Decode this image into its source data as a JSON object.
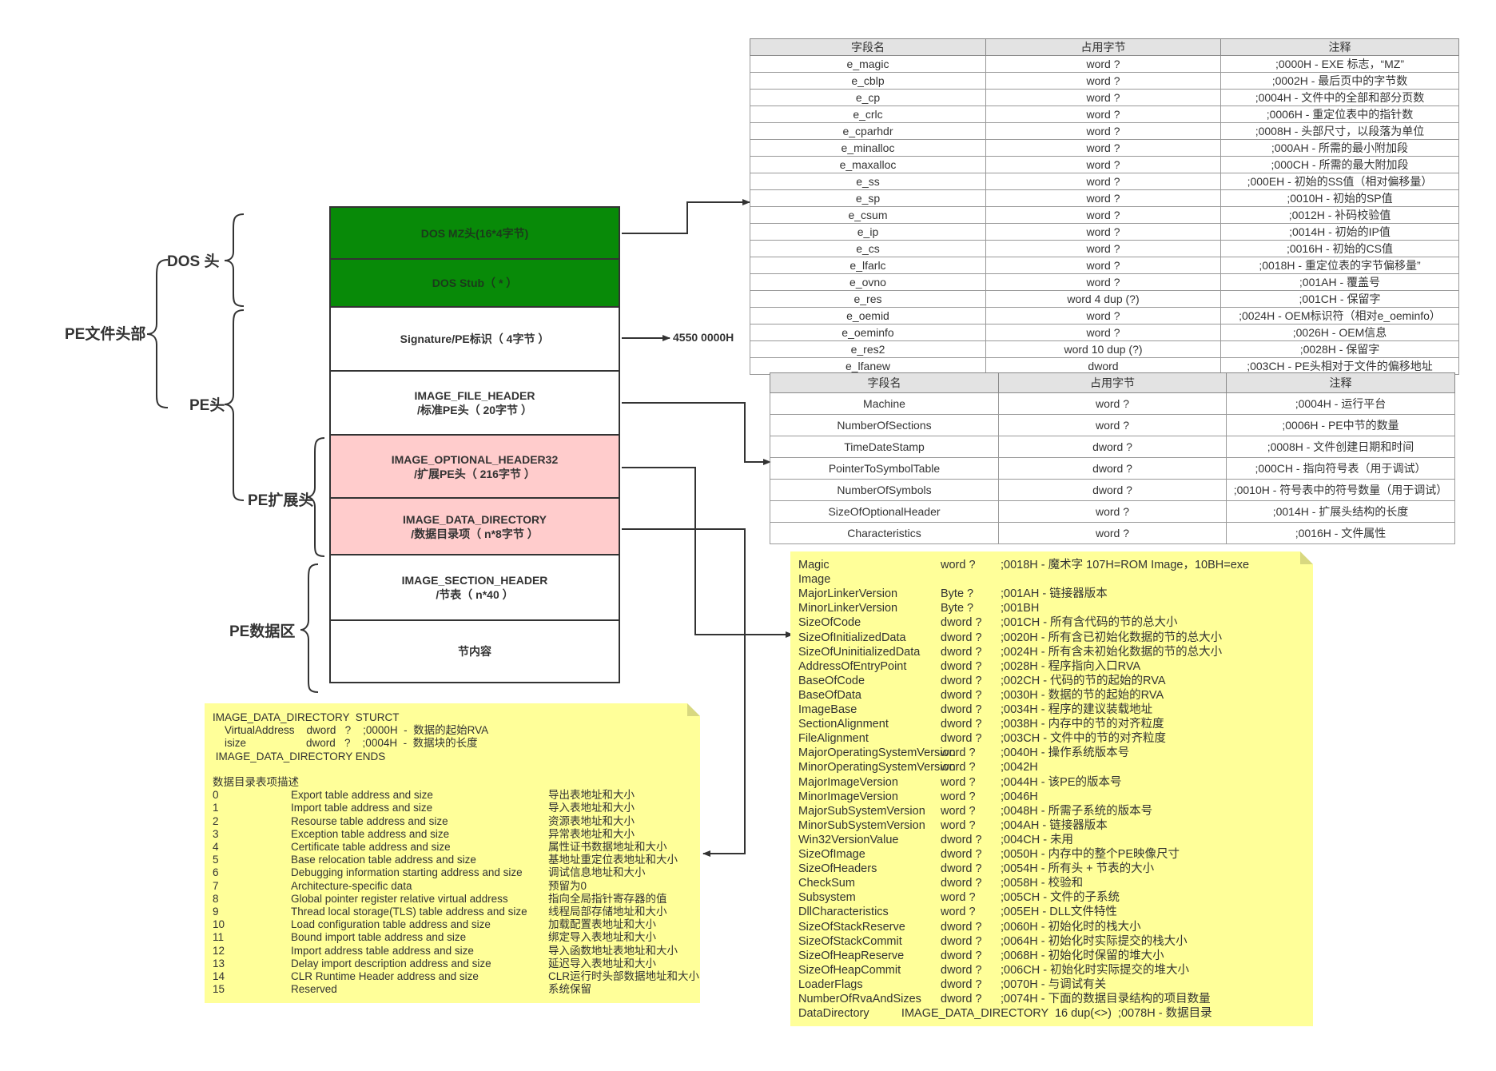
{
  "labels": {
    "pe_file_header": "PE文件头部",
    "dos_head": "DOS 头",
    "pe_head": "PE头",
    "pe_ext_head": "PE扩展头",
    "pe_data": "PE数据区"
  },
  "blocks": {
    "dos_mz": "DOS MZ头(16*4字节)",
    "dos_stub": "DOS Stub（ * ）",
    "signature": "Signature/PE标识（ 4字节 ）",
    "file_header_1": "IMAGE_FILE_HEADER",
    "file_header_2": "/标准PE头（ 20字节 ）",
    "optional_1": "IMAGE_OPTIONAL_HEADER32",
    "optional_2": "/扩展PE头（ 216字节 ）",
    "data_dir_1": "IMAGE_DATA_DIRECTORY",
    "data_dir_2": "/数据目录项（ n*8字节 ）",
    "section_1": "IMAGE_SECTION_HEADER",
    "section_2": "/节表（ n*40 ）",
    "section_content": "节内容"
  },
  "signature_value": "4550 0000H",
  "dos_table": {
    "headers": [
      "字段名",
      "占用字节",
      "注释"
    ],
    "rows": [
      [
        "e_magic",
        "word ?",
        ";0000H - EXE 标志，“MZ”"
      ],
      [
        "e_cblp",
        "word ?",
        ";0002H - 最后页中的字节数"
      ],
      [
        "e_cp",
        "word ?",
        ";0004H - 文件中的全部和部分页数"
      ],
      [
        "e_crlc",
        "word ?",
        ";0006H - 重定位表中的指针数"
      ],
      [
        "e_cparhdr",
        "word ?",
        ";0008H - 头部尺寸，以段落为单位"
      ],
      [
        "e_minalloc",
        "word ?",
        ";000AH - 所需的最小附加段"
      ],
      [
        "e_maxalloc",
        "word ?",
        ";000CH - 所需的最大附加段"
      ],
      [
        "e_ss",
        "word ?",
        ";000EH - 初始的SS值（相对偏移量）"
      ],
      [
        "e_sp",
        "word ?",
        ";0010H - 初始的SP值"
      ],
      [
        "e_csum",
        "word ?",
        ";0012H - 补码校验值"
      ],
      [
        "e_ip",
        "word ?",
        ";0014H - 初始的IP值"
      ],
      [
        "e_cs",
        "word ?",
        ";0016H - 初始的CS值"
      ],
      [
        "e_lfarlc",
        "word ?",
        ";0018H - 重定位表的字节偏移量”"
      ],
      [
        "e_ovno",
        "word ?",
        ";001AH - 覆盖号"
      ],
      [
        "e_res",
        "word  4  dup (?)",
        ";001CH - 保留字"
      ],
      [
        "e_oemid",
        "word ?",
        ";0024H - OEM标识符（相对e_oeminfo）"
      ],
      [
        "e_oeminfo",
        "word ?",
        ";0026H - OEM信息"
      ],
      [
        "e_res2",
        "word  10  dup (?)",
        ";0028H - 保留字"
      ],
      [
        "e_lfanew",
        "dword",
        ";003CH - PE头相对于文件的偏移地址"
      ]
    ]
  },
  "file_table": {
    "headers": [
      "字段名",
      "占用字节",
      "注释"
    ],
    "rows": [
      [
        "Machine",
        "word ?",
        ";0004H - 运行平台"
      ],
      [
        "NumberOfSections",
        "word ?",
        ";0006H - PE中节的数量"
      ],
      [
        "TimeDateStamp",
        "dword ?",
        ";0008H - 文件创建日期和时间"
      ],
      [
        "PointerToSymbolTable",
        "dword ?",
        ";000CH - 指向符号表（用于调试）"
      ],
      [
        "NumberOfSymbols",
        "dword ?",
        ";0010H - 符号表中的符号数量（用于调试）"
      ],
      [
        "SizeOfOptionalHeader",
        "word ?",
        ";0014H - 扩展头结构的长度"
      ],
      [
        "Characteristics",
        "word ?",
        ";0016H - 文件属性"
      ]
    ]
  },
  "optional_note": {
    "first_line": [
      "Magic",
      "word ?",
      ";0018H - 魔术字 107H=ROM Image，10BH=exe"
    ],
    "wrap_line": "Image",
    "rows": [
      [
        "MajorLinkerVersion",
        "Byte ?",
        ";001AH - 链接器版本"
      ],
      [
        "MinorLinkerVersion",
        "Byte ?",
        ";001BH"
      ],
      [
        "SizeOfCode",
        "dword ?",
        ";001CH - 所有含代码的节的总大小"
      ],
      [
        "SizeOfInitializedData",
        "dword ?",
        ";0020H - 所有含已初始化数据的节的总大小"
      ],
      [
        "SizeOfUninitializedData",
        "dword ?",
        ";0024H - 所有含未初始化数据的节的总大小"
      ],
      [
        "AddressOfEntryPoint",
        "dword ?",
        ";0028H - 程序指向入口RVA"
      ],
      [
        "BaseOfCode",
        "dword ?",
        ";002CH - 代码的节的起始的RVA"
      ],
      [
        "BaseOfData",
        "dword ?",
        ";0030H - 数据的节的起始的RVA"
      ],
      [
        "ImageBase",
        "dword ?",
        ";0034H - 程序的建议装载地址"
      ],
      [
        "SectionAlignment",
        "dword ?",
        ";0038H - 内存中的节的对齐粒度"
      ],
      [
        "FileAlignment",
        "dword ?",
        ";003CH - 文件中的节的对齐粒度"
      ],
      [
        "MajorOperatingSystemVersion",
        "word ?",
        ";0040H - 操作系统版本号"
      ],
      [
        "MinorOperatingSystemVersion",
        "word ?",
        ";0042H"
      ],
      [
        "MajorImageVersion",
        "word ?",
        ";0044H - 该PE的版本号"
      ],
      [
        "MinorImageVersion",
        "word ?",
        ";0046H"
      ],
      [
        "MajorSubSystemVersion",
        "word ?",
        ";0048H - 所需子系统的版本号"
      ],
      [
        "MinorSubSystemVersion",
        "word ?",
        ";004AH - 链接器版本"
      ],
      [
        "Win32VersionValue",
        "dword ?",
        ";004CH - 未用"
      ],
      [
        "SizeOfImage",
        "dword ?",
        ";0050H - 内存中的整个PE映像尺寸"
      ],
      [
        "SizeOfHeaders",
        "dword ?",
        ";0054H - 所有头 + 节表的大小"
      ],
      [
        "CheckSum",
        "dword ?",
        ";0058H - 校验和"
      ],
      [
        "Subsystem",
        "word ?",
        ";005CH - 文件的子系统"
      ],
      [
        "DllCharacteristics",
        "word ?",
        ";005EH - DLL文件特性"
      ],
      [
        "SizeOfStackReserve",
        "dword ?",
        ";0060H - 初始化时的栈大小"
      ],
      [
        "SizeOfStackCommit",
        "dword ?",
        ";0064H - 初始化时实际提交的栈大小"
      ],
      [
        "SizeOfHeapReserve",
        "dword ?",
        ";0068H - 初始化时保留的堆大小"
      ],
      [
        "SizeOfHeapCommit",
        "dword ?",
        ";006CH - 初始化时实际提交的堆大小"
      ],
      [
        "LoaderFlags",
        "dword ?",
        ";0070H - 与调试有关"
      ],
      [
        "NumberOfRvaAndSizes",
        "dword ?",
        ";0074H - 下面的数据目录结构的项目数量"
      ]
    ],
    "last_line": "DataDirectory          IMAGE_DATA_DIRECTORY  16 dup(<>)  ;0078H - 数据目录"
  },
  "datadir_note": {
    "struct_lines": [
      "IMAGE_DATA_DIRECTORY  STURCT",
      "    VirtualAddress    dword   ?    ;0000H  -  数据的起始RVA",
      "    isize                    dword   ?    ;0004H  -  数据块的长度",
      " IMAGE_DATA_DIRECTORY ENDS"
    ],
    "desc_title": "数据目录表项描述",
    "entries": [
      [
        "0",
        "Export table address and size",
        "导出表地址和大小"
      ],
      [
        "1",
        "Import table address and size",
        "导入表地址和大小"
      ],
      [
        "2",
        "Resourse table address and size",
        "资源表地址和大小"
      ],
      [
        "3",
        "Exception table address and size",
        "异常表地址和大小"
      ],
      [
        "4",
        "Certificate table address and size",
        "属性证书数据地址和大小"
      ],
      [
        "5",
        "Base relocation table address and size",
        "基地址重定位表地址和大小"
      ],
      [
        "6",
        "Debugging information starting address and size",
        "调试信息地址和大小"
      ],
      [
        "7",
        "Architecture-specific data",
        "预留为0"
      ],
      [
        "8",
        "Global pointer register relative virtual address",
        "指向全局指针寄存器的值"
      ],
      [
        "9",
        "Thread local storage(TLS) table address and size",
        "线程局部存储地址和大小"
      ],
      [
        "10",
        "Load configuration table address and size",
        "加载配置表地址和大小"
      ],
      [
        "11",
        "Bound import table address and size",
        "绑定导入表地址和大小"
      ],
      [
        "12",
        "Import address table address and size",
        "导入函数地址表地址和大小"
      ],
      [
        "13",
        "Delay import description address and size",
        "延迟导入表地址和大小"
      ],
      [
        "14",
        "CLR Runtime Header address and size",
        "CLR运行时头部数据地址和大小"
      ],
      [
        "15",
        "Reserved",
        "系统保留"
      ]
    ]
  },
  "colors": {
    "green": "#088a08",
    "pink": "#ffcccc",
    "note_yellow": "#ffff99",
    "table_header": "#e3e3e3",
    "line": "#333333"
  }
}
